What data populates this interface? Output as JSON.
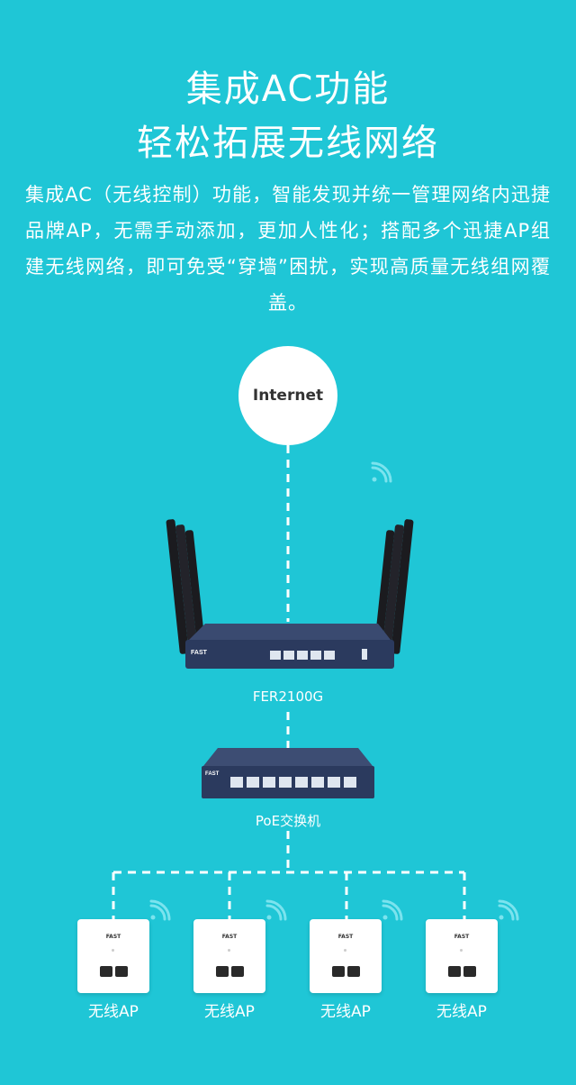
{
  "heading": {
    "line1": "集成AC功能",
    "line2": "轻松拓展无线网络"
  },
  "description": "集成AC（无线控制）功能，智能发现并统一管理网络内迅捷品牌AP，无需手动添加，更加人性化；搭配多个迅捷AP组建无线网络，即可免受“穿墙”困扰，实现高质量无线组网覆盖。",
  "diagram": {
    "internet_label": "Internet",
    "router_label": "FER2100G",
    "router_brand": "FAST",
    "switch_label": "PoE交换机",
    "switch_brand": "FAST",
    "ap_brand": "FAST",
    "aps": [
      {
        "label": "无线AP"
      },
      {
        "label": "无线AP"
      },
      {
        "label": "无线AP"
      },
      {
        "label": "无线AP"
      }
    ]
  },
  "colors": {
    "background": "#1fc6d6",
    "device_body": "#2b3a5e",
    "antenna": "#1b1b1f",
    "wifi_icon": "#7be3ee"
  }
}
